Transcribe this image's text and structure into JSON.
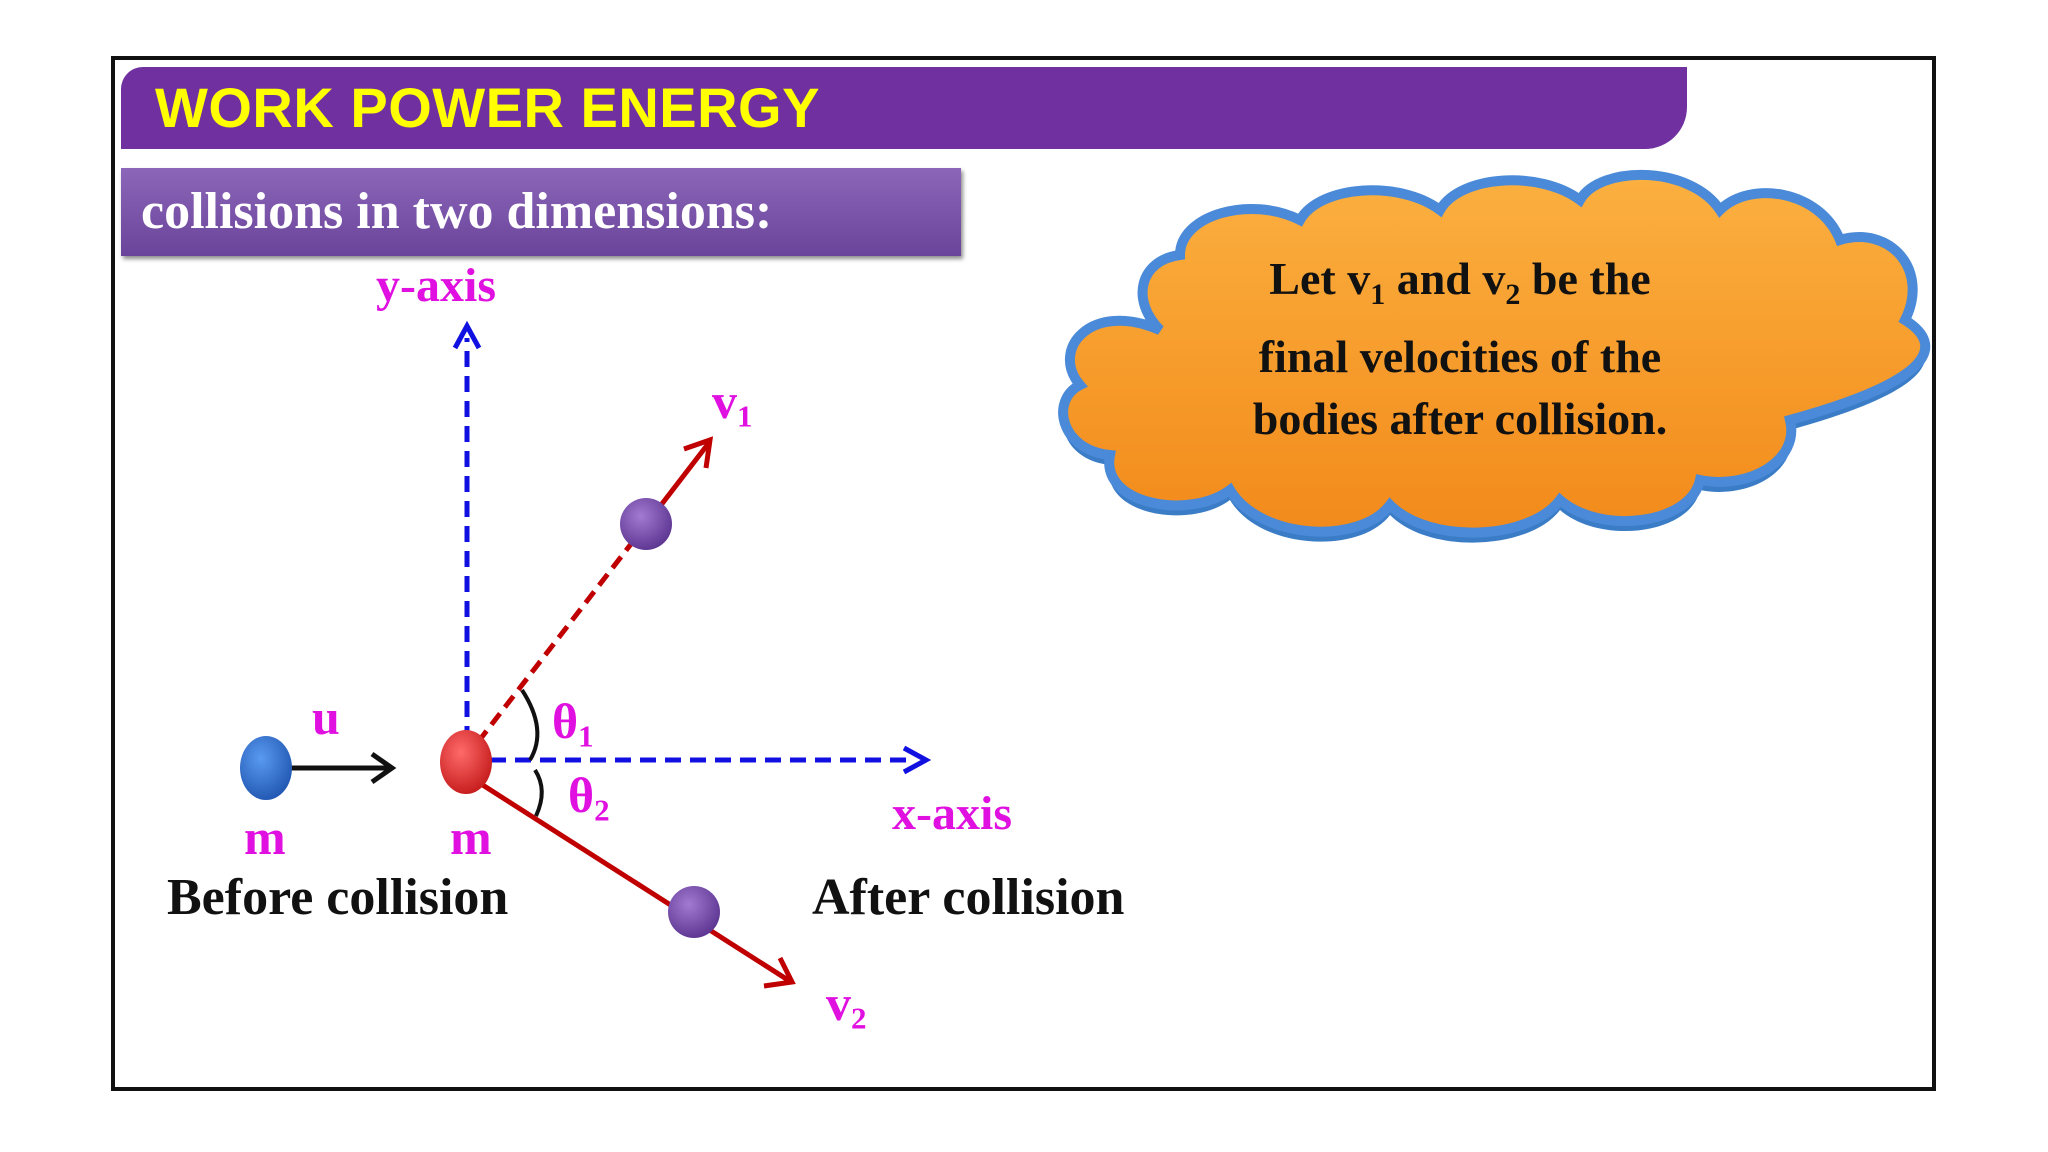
{
  "header": {
    "title": "WORK POWER ENERGY",
    "subtitle": "collisions in two dimensions:"
  },
  "diagram": {
    "y_axis_label": "y-axis",
    "x_axis_label": "x-axis",
    "velocity_initial": "u",
    "mass_left": "m",
    "mass_right": "m",
    "v1_base": "v",
    "v1_sub": "1",
    "v2_base": "v",
    "v2_sub": "2",
    "theta1_base": "θ",
    "theta1_sub": "1",
    "theta2_base": "θ",
    "theta2_sub": "2",
    "before_label": "Before collision",
    "after_label": "After collision"
  },
  "cloud": {
    "line1_a": "Let v",
    "line1_sub1": "1",
    "line1_b": " and v",
    "line1_sub2": "2",
    "line1_c": " be the",
    "line2": "final velocities of the",
    "line3": "bodies after collision."
  },
  "colors": {
    "title_bar": "#7030a0",
    "title_text": "#ffff00",
    "subtitle_box": "#7b55aa",
    "label_magenta": "#e010e0",
    "axis_blue": "#1010e0",
    "velocity_red": "#c00000",
    "cloud_fill": "#f7941d",
    "cloud_outline": "#3a7cc6",
    "ball_blue": "#2f6fd0",
    "ball_red": "#e03030",
    "ball_purple": "#7a4fb0"
  }
}
